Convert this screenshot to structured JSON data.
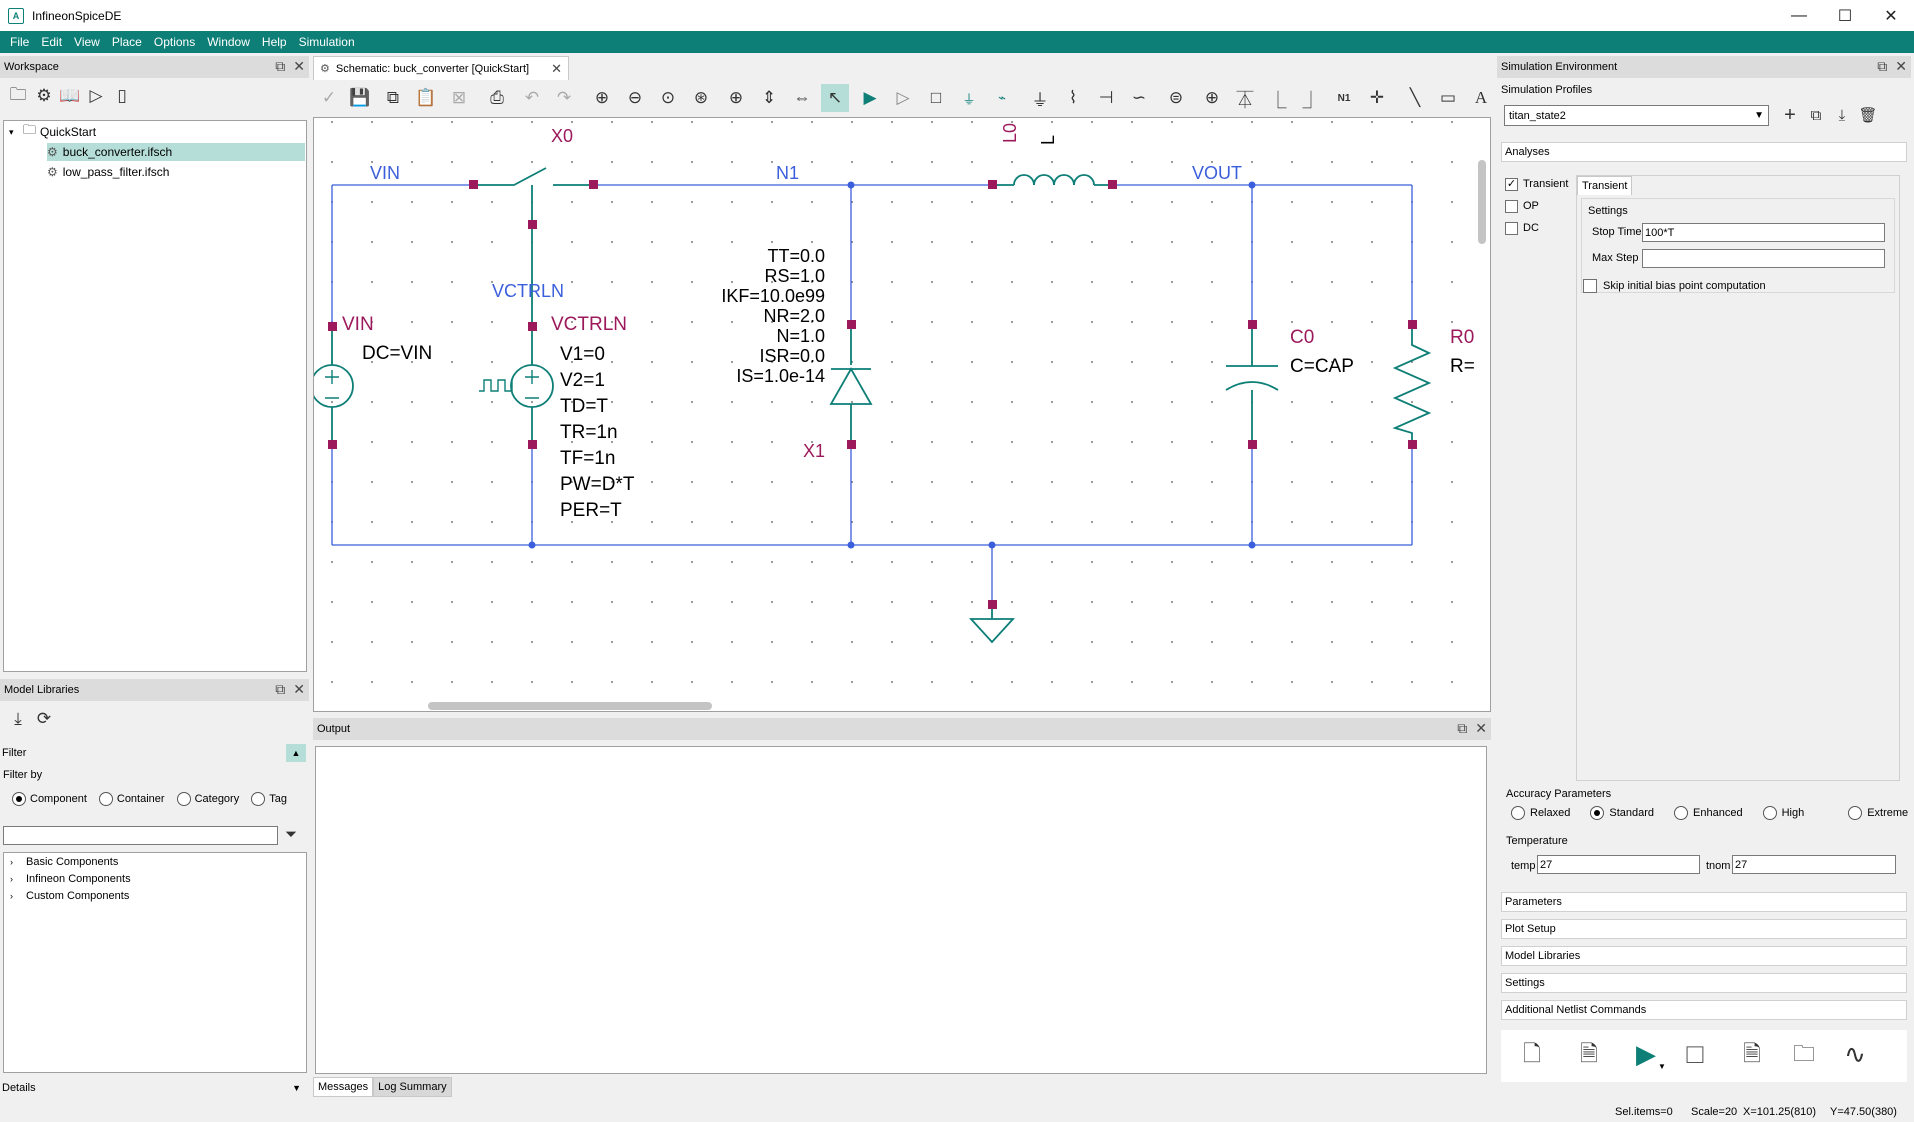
{
  "app": {
    "title": "InfineonSpiceDE",
    "icon_text": "A"
  },
  "window_controls": {
    "minimize": "—",
    "maximize": "☐",
    "close": "✕"
  },
  "menu": [
    "File",
    "Edit",
    "View",
    "Place",
    "Options",
    "Window",
    "Help",
    "Simulation"
  ],
  "workspace": {
    "title": "Workspace",
    "root": "QuickStart",
    "files": [
      "buck_converter.ifsch",
      "low_pass_filter.ifsch"
    ],
    "selected_index": 0
  },
  "model_libraries": {
    "title": "Model Libraries",
    "filter_label": "Filter",
    "filter_by_label": "Filter by",
    "filter_options": [
      "Component",
      "Container",
      "Category",
      "Tag"
    ],
    "filter_selected": "Component",
    "search_value": "",
    "categories": [
      "Basic Components",
      "Infineon Components",
      "Custom Components"
    ],
    "details_label": "Details"
  },
  "editor": {
    "tab_label": "Schematic: buck_converter [QuickStart]"
  },
  "schematic": {
    "net_labels": [
      "VIN",
      "N1",
      "VOUT",
      "VCTRLN"
    ],
    "components": {
      "switch": "X0",
      "inductor_name": "L0",
      "inductor_value": "L",
      "vin_name": "VIN",
      "vin_value": "DC=VIN",
      "vctrl_name": "VCTRLN",
      "vctrl_params": [
        "V1=0",
        "V2=1",
        "TD=T",
        "TR=1n",
        "TF=1n",
        "PW=D*T",
        "PER=T"
      ],
      "diode_name": "X1",
      "diode_params": [
        "TT=0.0",
        "RS=1.0",
        "IKF=10.0e99",
        "NR=2.0",
        "N=1.0",
        "ISR=0.0",
        "IS=1.0e-14"
      ],
      "cap_name": "C0",
      "cap_value": "C=CAP",
      "res_name": "R0",
      "res_value": "R="
    },
    "colors": {
      "wire": "#3b5fdc",
      "component": "#0d7f77",
      "pin": "#9c1a5c",
      "label": "#9c1a5c"
    }
  },
  "output": {
    "title": "Output",
    "tabs": [
      "Messages",
      "Log Summary"
    ],
    "active_tab": "Log Summary"
  },
  "sim_env": {
    "title": "Simulation Environment",
    "profiles_label": "Simulation Profiles",
    "profile_value": "titan_state2",
    "analyses_label": "Analyses",
    "analysis_types": [
      {
        "name": "Transient",
        "checked": true
      },
      {
        "name": "OP",
        "checked": false
      },
      {
        "name": "DC",
        "checked": false
      }
    ],
    "transient_tab": "Transient",
    "settings_label": "Settings",
    "stop_time_label": "Stop Time",
    "stop_time_value": "100*T",
    "max_step_label": "Max Step",
    "max_step_value": "",
    "skip_bias_label": "Skip initial bias point computation",
    "accuracy_label": "Accuracy Parameters",
    "accuracy_options": [
      "Relaxed",
      "Standard",
      "Enhanced",
      "High",
      "Extreme"
    ],
    "accuracy_selected": "Standard",
    "temperature_label": "Temperature",
    "temp_label": "temp",
    "temp_value": "27",
    "tnom_label": "tnom",
    "tnom_value": "27",
    "sections": [
      "Parameters",
      "Plot Setup",
      "Model Libraries",
      "Settings",
      "Additional Netlist Commands"
    ]
  },
  "status": {
    "sel_items": "Sel.items=0",
    "scale": "Scale=20",
    "x": "X=101.25(810)",
    "y": "Y=47.50(380)"
  },
  "icons": {
    "workspace_tools": [
      "new-folder-icon",
      "model-icon",
      "book-icon",
      "symbol-icon",
      "chip-icon"
    ],
    "library_tools": [
      "download-icon",
      "refresh-icon"
    ],
    "sim_actions": [
      "new-netlist-icon",
      "view-netlist-icon",
      "run-icon",
      "stop-icon",
      "view-output-icon",
      "open-folder-icon",
      "waveform-icon"
    ]
  }
}
